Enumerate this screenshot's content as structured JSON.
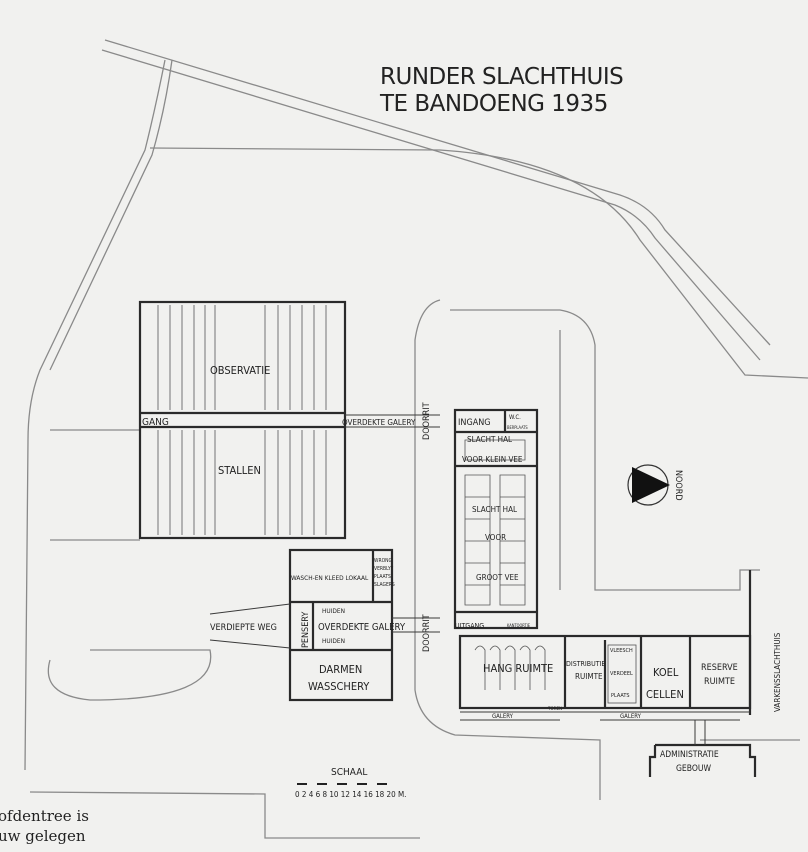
{
  "title": {
    "line1": "RUNDER SLACHTHUIS",
    "line2": "TE BANDOENG 1935"
  },
  "labels": {
    "observatie": "OBSERVATIE",
    "stallen": "STALLEN",
    "gang": "GANG",
    "overdekte_galery_top": "OVERDEKTE GALERY",
    "doorrit_top": "DOORRIT",
    "doorrit_bottom": "DOORRIT",
    "ingang": "INGANG",
    "wc": "W.C.",
    "berplaats": "BERPLAATS",
    "slachthal_klein_1": "SLACHT HAL",
    "slachthal_klein_2": "VOOR KLEIN VEE",
    "slachthal_groot_1": "SLACHT HAL",
    "slachthal_groot_2": "VOOR",
    "slachthal_groot_3": "GROOT VEE",
    "uitgang": "UITGANG",
    "kantoortje": "KANTOORTJE",
    "wasch_kleed": "WASCH-EN KLEED LOKAAL",
    "wrong_1": "WRONG",
    "wrong_2": "VERBLYF",
    "wrong_3": "PLAATS",
    "wrong_4": "SLAGERS",
    "penserij": "PENSERY",
    "huiden_1": "HUIDEN",
    "huiden_2": "HUIDEN",
    "overdekte_galery_bottom": "OVERDEKTE GALERY",
    "verdiepte_weg": "VERDIEPTE WEG",
    "darmen_1": "DARMEN",
    "darmen_2": "WASSCHERY",
    "hang_ruimte": "HANG RUIMTE",
    "distributie_1": "DISTRIBUTIE",
    "distributie_2": "RUIMTE",
    "vleesch_1": "VLEESCH",
    "vleesch_2": "VERDEEL",
    "vleesch_3": "PLAATS",
    "koel_1": "KOEL",
    "koel_2": "CELLEN",
    "reserve_1": "RESERVE",
    "reserve_2": "RUIMTE",
    "varkensslachthuis": "VARKENSSLACHTHUIS",
    "galery_1": "GALERY",
    "galery_2": "GALERY",
    "toren": "TOREN",
    "admin_1": "ADMINISTRATIE",
    "admin_2": "GEBOUW",
    "noord": "NOORD"
  },
  "scale": {
    "title": "SCHAAL",
    "ticks": "0 2 4 6 8 10 12 14 16 18 20 M."
  },
  "caption": {
    "line1": "ofdentree is",
    "line2": "uw  gelegen"
  }
}
